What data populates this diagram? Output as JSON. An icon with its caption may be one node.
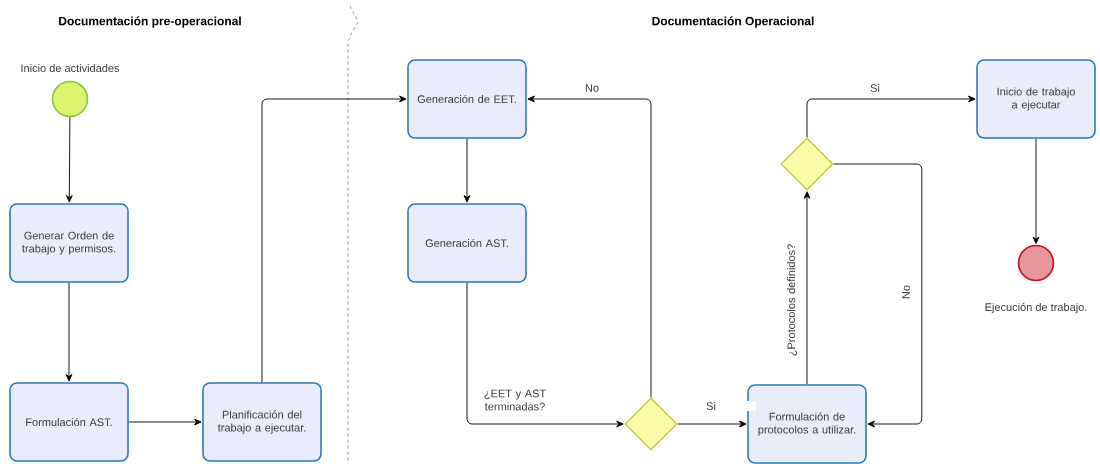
{
  "diagram": {
    "nodes": [
      {
        "text": [],
        "shape": "circle",
        "beside": [
          "Inicio de actividades"
        ]
      },
      {
        "text": [
          "Generar Orden de trabajo y permisos."
        ]
      },
      {
        "text": [
          "Formulación AST."
        ]
      },
      {
        "text": [
          "Planificación del trabajo a ejecutar."
        ]
      },
      {
        "text": [
          "Generación de EET."
        ]
      },
      {
        "text": [
          "Generación AST."
        ]
      },
      {
        "text": [],
        "shape": "diamond"
      },
      {
        "text": [
          "Formulación de protocolos a utilizar."
        ]
      },
      {
        "text": [],
        "shape": "diamond"
      },
      {
        "text": [
          "Inicio de trabajo a ejecutar"
        ]
      },
      {
        "text": [],
        "shape": "circle",
        "beside": [
          "Ejecución de trabajo."
        ]
      }
    ],
    "edges": [
      {
        "from": 0,
        "to": 1,
        "arrow": "to"
      },
      {
        "from": 1,
        "to": 2,
        "arrow": "to"
      },
      {
        "from": 2,
        "to": 3,
        "arrow": "to"
      },
      {
        "from": 3,
        "to": 4,
        "arrow": "to"
      },
      {
        "from": 4,
        "to": 5,
        "arrow": "to"
      },
      {
        "from": 5,
        "to": 6,
        "arrow": "to",
        "label": "¿EET y AST terminadas?"
      },
      {
        "from": 6,
        "to": 4,
        "arrow": "to",
        "label": "No"
      },
      {
        "from": 6,
        "to": 7,
        "arrow": "to",
        "label": "Si"
      },
      {
        "from": 7,
        "to": 8,
        "arrow": "to",
        "label": "¿Protocolos definidos?"
      },
      {
        "from": 8,
        "to": 9,
        "arrow": "to",
        "label": "Si"
      },
      {
        "from": 8,
        "to": 7,
        "arrow": "to",
        "label": "No"
      },
      {
        "from": 9,
        "to": 10,
        "arrow": "to"
      }
    ],
    "labels": [
      "Documentación pre-operacional",
      "Documentación Operacional"
    ]
  }
}
